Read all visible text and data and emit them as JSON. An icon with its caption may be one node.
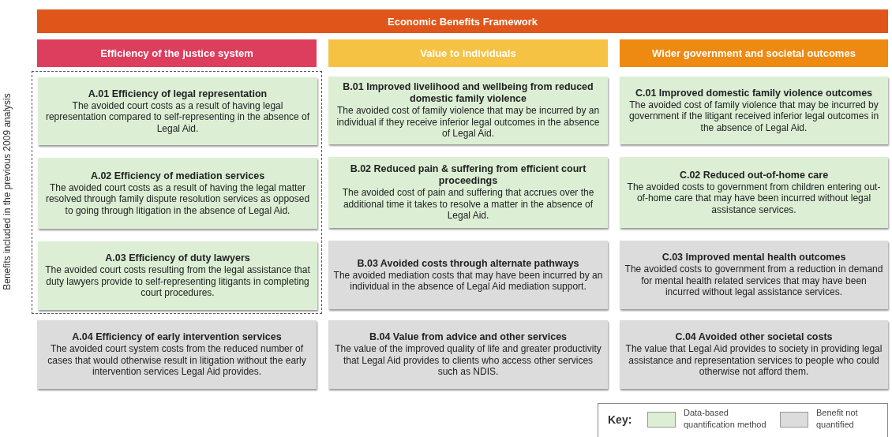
{
  "diagram": {
    "title": "Economic Benefits Framework",
    "nodes": [
      {
        "text": [
          "Efficiency of the justice system"
        ]
      },
      {
        "text": [
          "Value to individuals"
        ]
      },
      {
        "text": [
          "Wider government and societal outcomes"
        ]
      },
      {
        "text": [
          "Benefits included in the previous 2009 analysis"
        ]
      },
      {
        "text": [
          "A.01 Efficiency of legal representation",
          "The avoided court costs as a result of having legal representation compared to self-representing in the absence of Legal Aid."
        ],
        "in": 3
      },
      {
        "text": [
          "A.02 Efficiency of mediation services",
          "The avoided court costs as a result of having the legal matter resolved through family dispute resolution services as opposed to going through litigation in the absence of Legal Aid."
        ],
        "in": 3
      },
      {
        "text": [
          "A.03 Efficiency of duty lawyers",
          "The avoided court costs resulting from the legal assistance that duty lawyers provide to self-representing litigants in completing court procedures."
        ],
        "in": 3
      },
      {
        "text": [
          "A.04 Efficiency of early intervention services",
          "The avoided court system costs from the reduced number of cases that would otherwise result in litigation without the early intervention services Legal Aid provides."
        ]
      },
      {
        "text": [
          "B.01 Improved livelihood and wellbeing from reduced domestic family violence",
          "The avoided cost of family violence that may be incurred by an individual if they receive inferior legal outcomes in the absence of Legal Aid."
        ]
      },
      {
        "text": [
          "B.02 Reduced pain & suffering from efficient court proceedings",
          "The avoided cost of pain and suffering that accrues over the additional time it takes to resolve a matter in the absence of Legal Aid."
        ]
      },
      {
        "text": [
          "B.03 Avoided costs through alternate pathways",
          "The avoided mediation costs that may have been incurred by an individual in the absence of Legal Aid mediation support."
        ]
      },
      {
        "text": [
          "B.04 Value from advice and other services",
          "The value of the improved quality of life and greater productivity that Legal Aid provides to clients who access other services such as NDIS."
        ]
      },
      {
        "text": [
          "C.01 Improved domestic family violence outcomes",
          "The avoided cost of family violence that may be incurred by government if the litigant received inferior legal outcomes in the absence of Legal Aid."
        ]
      },
      {
        "text": [
          "C.02 Reduced out-of-home care",
          "The avoided costs to government from children entering out-of-home care that may have been incurred without legal assistance services."
        ]
      },
      {
        "text": [
          "C.03 Improved mental health outcomes",
          "The avoided costs to government from a reduction in demand for mental health related services that may have been incurred without legal assistance services."
        ]
      },
      {
        "text": [
          "C.04 Avoided other societal costs",
          "The value that Legal Aid provides to society in providing legal assistance and representation services to people who could otherwise not afford them."
        ]
      }
    ],
    "labels": [
      "Key:"
    ],
    "legend": [
      {
        "text": "Data-based quantification method",
        "color": "#dcefd5"
      },
      {
        "text": "Benefit not quantified",
        "color": "#dcdcdc"
      }
    ]
  }
}
